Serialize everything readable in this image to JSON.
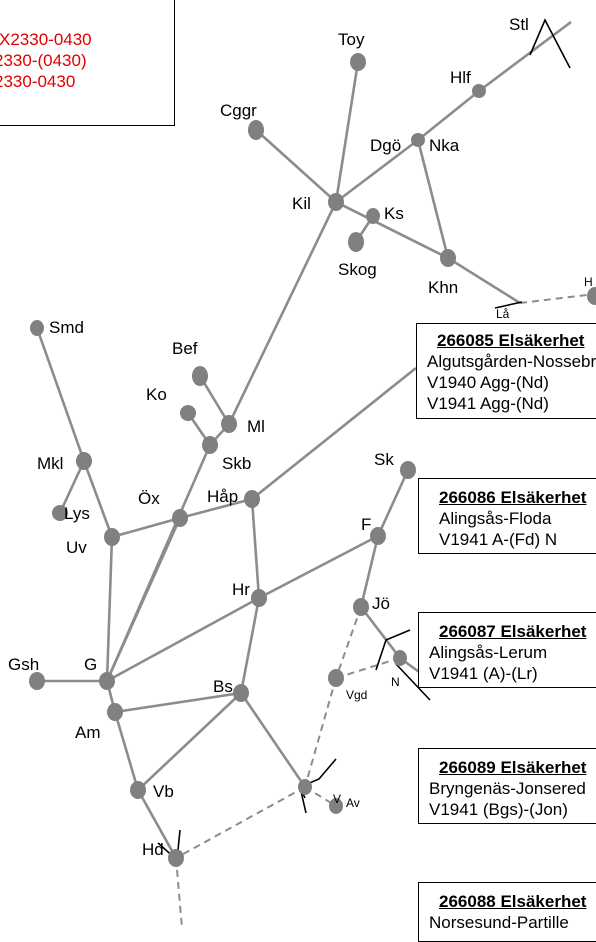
{
  "legend": {
    "rows": [
      "X2330-0430",
      "2330-(0430)",
      "2330-0430"
    ],
    "color": "#e00000"
  },
  "stations": {
    "stl": "Stl",
    "toy": "Toy",
    "hlf": "Hlf",
    "cggr": "Cggr",
    "dgo": "Dgö",
    "nka": "Nka",
    "kil": "Kil",
    "ks": "Ks",
    "skog": "Skog",
    "khn": "Khn",
    "la": "Lå",
    "h": "H",
    "smd": "Smd",
    "bef": "Bef",
    "ko": "Ko",
    "ml": "Ml",
    "skb": "Skb",
    "mkl": "Mkl",
    "sk": "Sk",
    "ox": "Öx",
    "hap": "Håp",
    "lys": "Lys",
    "uv": "Uv",
    "f": "F",
    "hr": "Hr",
    "jo": "Jö",
    "gsh": "Gsh",
    "g": "G",
    "n": "N",
    "bs": "Bs",
    "vgd": "Vgd",
    "am": "Am",
    "vb": "Vb",
    "v": "V",
    "av": "Av",
    "hd": "Hd"
  },
  "notices": [
    {
      "title": "266085 Elsäkerhet",
      "lines": [
        "Algutsgården-Nossebro",
        "V1940 Agg-(Nd)",
        "V1941 Agg-(Nd)"
      ]
    },
    {
      "title": "266086 Elsäkerhet",
      "lines": [
        "Alingsås-Floda",
        "V1941 A-(Fd) N"
      ]
    },
    {
      "title": "266087 Elsäkerhet",
      "lines": [
        "Alingsås-Lerum",
        "V1941 (A)-(Lr)"
      ]
    },
    {
      "title": "266089 Elsäkerhet",
      "lines": [
        "Bryngenäs-Jonsered",
        "V1941 (Bgs)-(Jon)"
      ]
    },
    {
      "title": "266088 Elsäkerhet",
      "lines": [
        "Norsesund-Partille"
      ]
    }
  ]
}
